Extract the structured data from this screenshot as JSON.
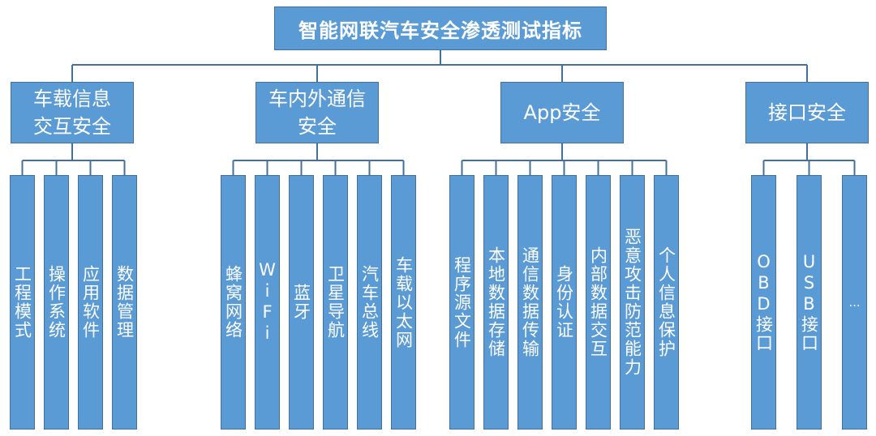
{
  "title": "智能网联汽车安全渗透测试指标",
  "categories": [
    {
      "label": "车载信息交互安全",
      "label_lines": [
        "车载信息",
        "交互安全"
      ],
      "items": [
        "工程模式",
        "操作系统",
        "应用软件",
        "数据管理"
      ]
    },
    {
      "label": "车内外通信安全",
      "label_lines": [
        "车内外通信",
        "安全"
      ],
      "items": [
        "蜂窝网络",
        "WiFi",
        "蓝牙",
        "卫星导航",
        "汽车总线",
        "车载以太网"
      ]
    },
    {
      "label": "App安全",
      "label_lines": [
        "App安全"
      ],
      "items": [
        "程序源文件",
        "本地数据存储",
        "通信数据传输",
        "身份认证",
        "内部数据交互",
        "恶意攻击防范能力",
        "个人信息保护"
      ]
    },
    {
      "label": "接口安全",
      "label_lines": [
        "接口安全"
      ],
      "items": [
        "OBD接口",
        "USB接口",
        "..."
      ]
    }
  ],
  "colors": {
    "box_fill": "#5b9bd5",
    "box_border": "#41719c",
    "connector": "#41719c",
    "text": "#ffffff"
  }
}
